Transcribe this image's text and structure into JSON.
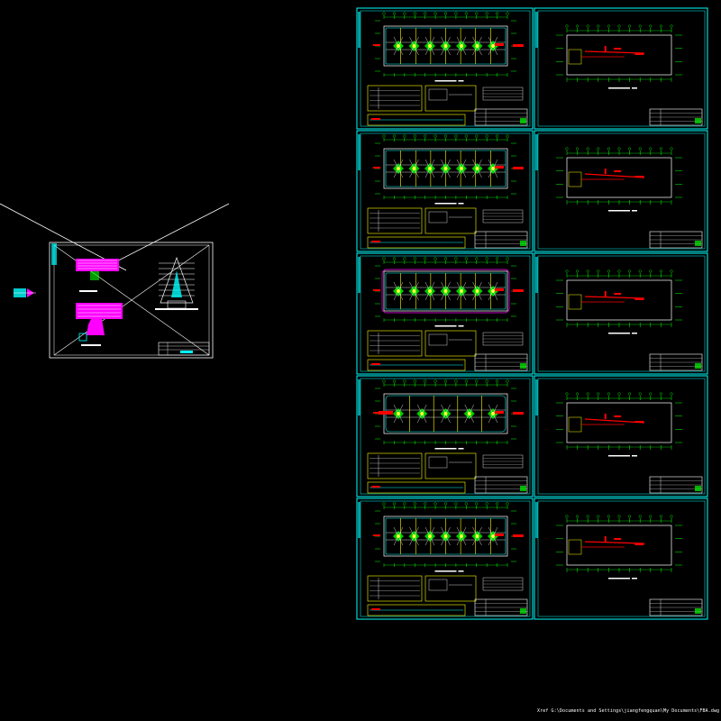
{
  "colors": {
    "background": "#000000",
    "frame": "#00ffff",
    "grid": "#00ff00",
    "red": "#ff0000",
    "yellow": "#ffff00",
    "white": "#ffffff",
    "magenta": "#ff00ff",
    "blue": "#0000ff"
  },
  "xref_path": "Xref G:\\Documents and Settings\\jiangfengquan\\My Documents\\FBA.dwg",
  "left_sheet": {
    "title_block_rows": 4
  },
  "left_column_sheets": [
    {
      "plan_style": "rooms"
    },
    {
      "plan_style": "rooms"
    },
    {
      "plan_style": "rooms-large"
    },
    {
      "plan_style": "open"
    },
    {
      "plan_style": "rooms"
    }
  ],
  "right_column_sheets": [
    {
      "plan_style": "outline"
    },
    {
      "plan_style": "outline"
    },
    {
      "plan_style": "outline"
    },
    {
      "plan_style": "outline"
    },
    {
      "plan_style": "outline"
    }
  ]
}
